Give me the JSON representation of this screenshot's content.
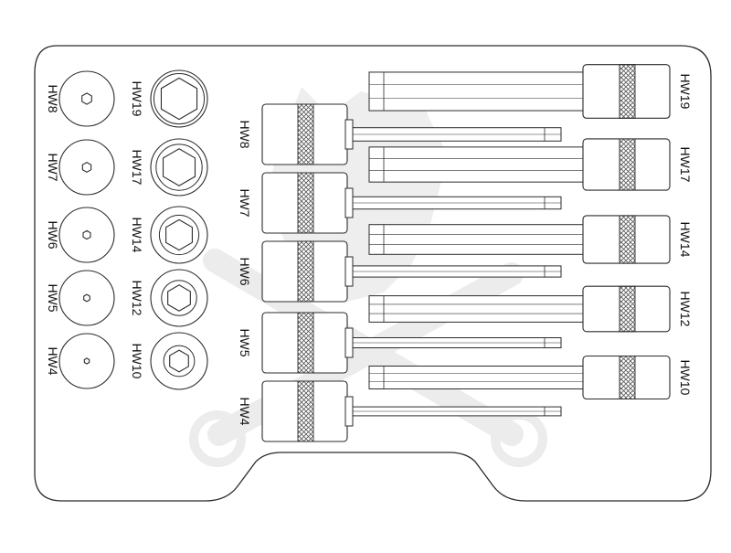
{
  "colors": {
    "outline": "#2b2b2b",
    "fill": "#ffffff",
    "knurl": "#555555",
    "watermark": "#ececec"
  },
  "watermark": {
    "icon": "panther-head-and-wrench-watermark-icon"
  },
  "face_sockets": {
    "left_column": [
      {
        "label": "HW8",
        "size": 8
      },
      {
        "label": "HW7",
        "size": 7
      },
      {
        "label": "HW6",
        "size": 6
      },
      {
        "label": "HW5",
        "size": 5
      },
      {
        "label": "HW4",
        "size": 4
      }
    ],
    "right_column": [
      {
        "label": "HW19",
        "size": 19
      },
      {
        "label": "HW17",
        "size": 17
      },
      {
        "label": "HW14",
        "size": 14
      },
      {
        "label": "HW12",
        "size": 12
      },
      {
        "label": "HW10",
        "size": 10
      }
    ]
  },
  "bits_left": [
    {
      "label": "HW8",
      "size": 8
    },
    {
      "label": "HW7",
      "size": 7
    },
    {
      "label": "HW6",
      "size": 6
    },
    {
      "label": "HW5",
      "size": 5
    },
    {
      "label": "HW4",
      "size": 4
    }
  ],
  "bits_right": [
    {
      "label": "HW19",
      "size": 19
    },
    {
      "label": "HW17",
      "size": 17
    },
    {
      "label": "HW14",
      "size": 14
    },
    {
      "label": "HW12",
      "size": 12
    },
    {
      "label": "HW10",
      "size": 10
    }
  ]
}
